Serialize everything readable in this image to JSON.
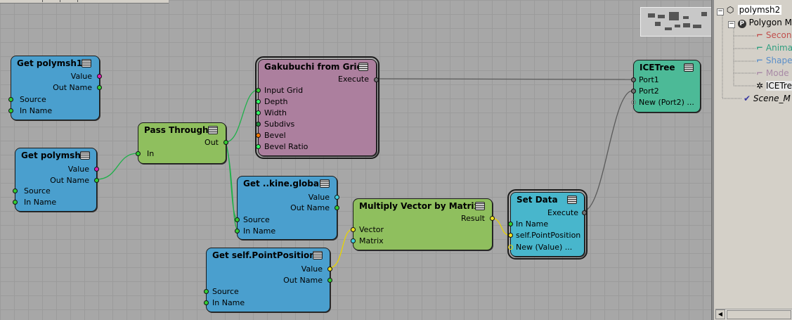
{
  "nodes": {
    "get_polymsh1": {
      "title": "Get polymsh1",
      "outputs": [
        "Value",
        "Out Name"
      ],
      "inputs": [
        "Source",
        "In Name"
      ]
    },
    "get_polymsh": {
      "title": "Get polymsh",
      "outputs": [
        "Value",
        "Out Name"
      ],
      "inputs": [
        "Source",
        "In Name"
      ]
    },
    "pass_through": {
      "title": "Pass Through",
      "outputs": [
        "Out"
      ],
      "inputs": [
        "In"
      ]
    },
    "gakubuchi": {
      "title": "Gakubuchi from Grid",
      "outputs": [
        "Execute"
      ],
      "inputs": [
        "Input Grid",
        "Depth",
        "Width",
        "Subdivs",
        "Bevel",
        "Bevel Ratio"
      ]
    },
    "get_kine": {
      "title": "Get ..kine.global",
      "outputs": [
        "Value",
        "Out Name"
      ],
      "inputs": [
        "Source",
        "In Name"
      ]
    },
    "multiply": {
      "title": "Multiply Vector by Matrix",
      "outputs": [
        "Result"
      ],
      "inputs": [
        "Vector",
        "Matrix"
      ]
    },
    "get_point": {
      "title": "Get self.PointPosition",
      "outputs": [
        "Value",
        "Out Name"
      ],
      "inputs": [
        "Source",
        "In Name"
      ]
    },
    "set_data": {
      "title": "Set Data",
      "outputs": [
        "Execute"
      ],
      "inputs": [
        "In Name",
        "self.PointPosition",
        "New (Value) ..."
      ]
    },
    "icetree": {
      "title": "ICETree",
      "inputs": [
        "Port1",
        "Port2",
        "New (Port2) ..."
      ]
    }
  },
  "explorer": {
    "root": "polymsh2",
    "polygon_mesh": "Polygon M",
    "items": [
      {
        "label": "Secon",
        "color": "#c0504d"
      },
      {
        "label": "Anima",
        "color": "#2e9e7f"
      },
      {
        "label": "Shape",
        "color": "#5b8fc9"
      },
      {
        "label": "Mode",
        "color": "#a88aa6"
      },
      {
        "label": "ICETre",
        "color": "#000000"
      }
    ],
    "scene_item": "Scene_M"
  },
  "colors": {
    "wire_green": "#1fb04a",
    "wire_gray": "#5a5a5a",
    "wire_yellow": "#e8d400",
    "port_magenta": "#e020b0",
    "port_green": "#33cc33",
    "port_orange": "#ff7a00",
    "port_cyan": "#40d0e0",
    "port_yellow": "#f0e020"
  }
}
